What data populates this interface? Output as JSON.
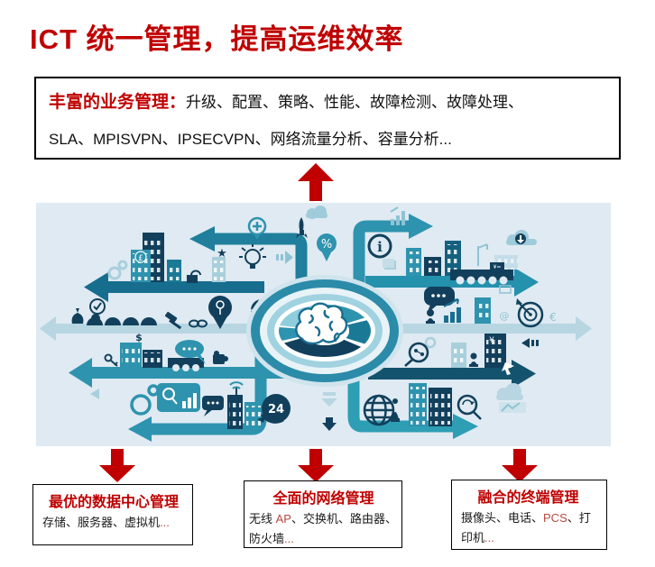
{
  "title": {
    "text": "ICT 统一管理，提高运维效率",
    "color": "#c00000"
  },
  "feature_box": {
    "heading": "丰富的业务管理：",
    "line1": "升级、配置、策略、性能、故障检测、故障处理、",
    "line2": "SLA、MPISVPN、IPSECVPN、网络流量分析、容量分析..."
  },
  "flow_arrows": {
    "color": "#c00000",
    "up_count": 1,
    "down_count": 3
  },
  "illustration": {
    "background": "#dfeaf2",
    "palette": {
      "dark_navy": "#12405c",
      "dark_teal": "#1a6e90",
      "teal": "#2e93ae",
      "light_teal": "#7cc2d2",
      "pale_blue": "#b7d6e2"
    },
    "center_icon": "brain-icon",
    "icons": [
      "gear-icon",
      "lightbulb-icon",
      "globe-icon",
      "speech-bubble-icon",
      "magnifier-icon",
      "target-icon",
      "cloud-icon",
      "24h-badge-icon",
      "wifi-icon",
      "lock-icon",
      "info-icon",
      "percent-icon",
      "plus-icon",
      "star-icon",
      "rocket-icon",
      "currency-icons",
      "buildings",
      "network-arrows"
    ]
  },
  "cards": [
    {
      "title": "最优的数据中心管理",
      "body": [
        {
          "t": "存储、服务器、虚拟机",
          "c": "#1a1a1a"
        },
        {
          "t": "...",
          "c": "#b5483f"
        }
      ]
    },
    {
      "title": "全面的网络管理",
      "body": [
        {
          "t": "无线 ",
          "c": "#1a1a1a"
        },
        {
          "t": "AP",
          "c": "#b5483f"
        },
        {
          "t": "、交换机、路由器、防火墙",
          "c": "#1a1a1a"
        },
        {
          "t": "...",
          "c": "#b5483f"
        }
      ]
    },
    {
      "title": "融合的终端管理",
      "body": [
        {
          "t": "摄像头、电话、",
          "c": "#1a1a1a"
        },
        {
          "t": "PCS",
          "c": "#b5483f"
        },
        {
          "t": "、打印机",
          "c": "#1a1a1a"
        },
        {
          "t": "...",
          "c": "#b5483f"
        }
      ]
    }
  ]
}
